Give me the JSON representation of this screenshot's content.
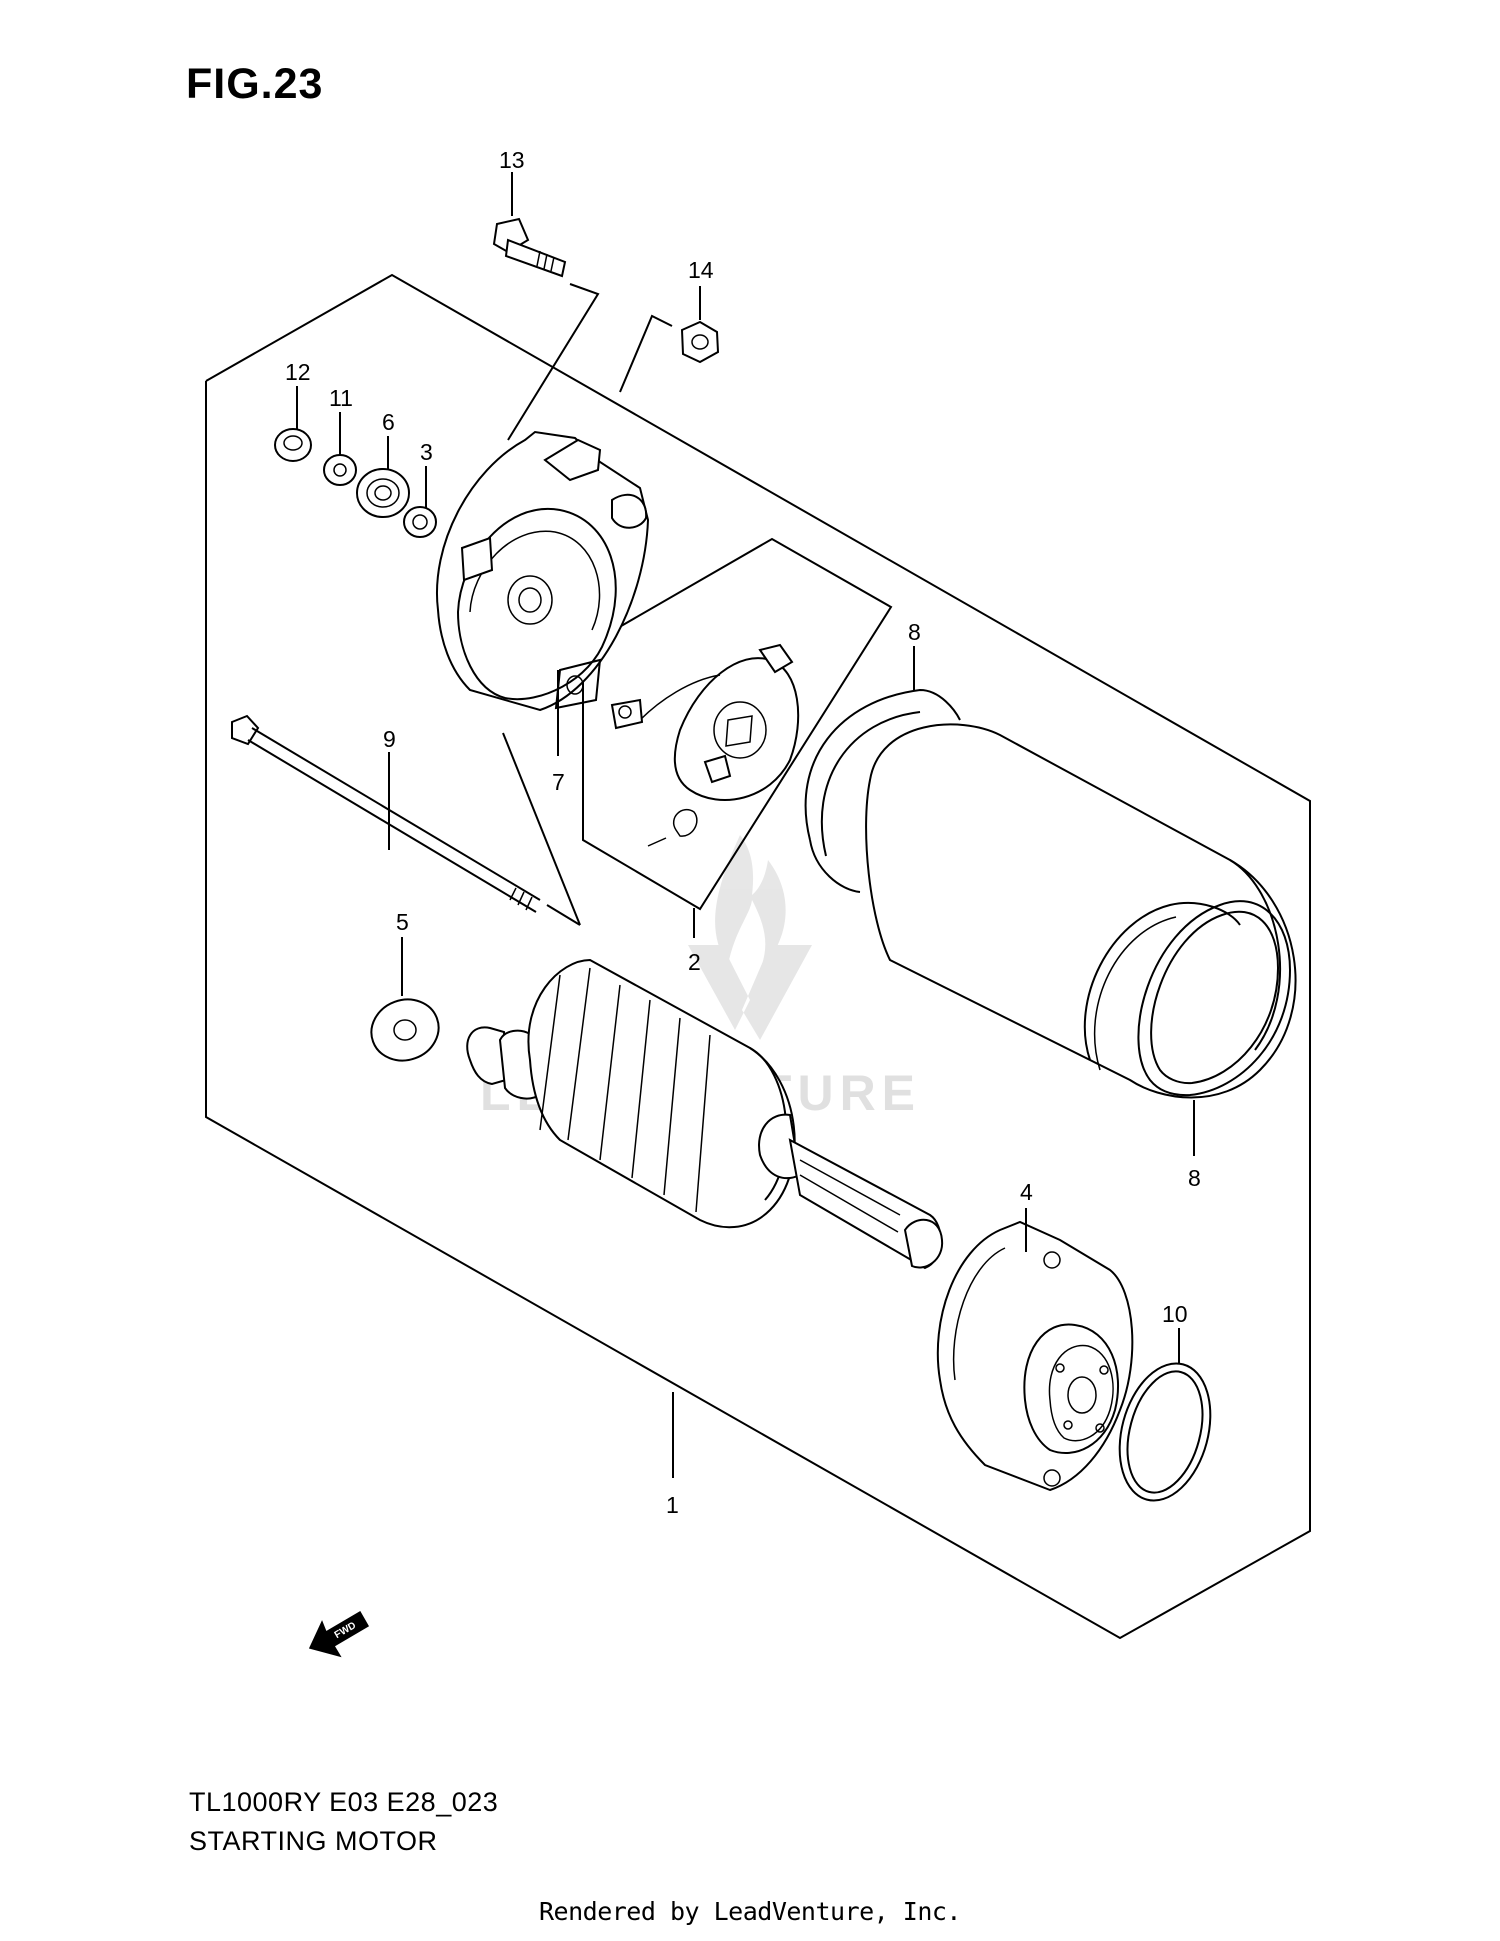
{
  "figure": {
    "title": "FIG.23"
  },
  "footer": {
    "model_code": "TL1000RY E03 E28_023",
    "diagram_name": "STARTING MOTOR",
    "rendered_by": "Rendered by LeadVenture, Inc."
  },
  "watermark": {
    "text": "LEADVENTURE"
  },
  "direction_marker": {
    "label": "FWD"
  },
  "callouts": {
    "c1": "1",
    "c2": "2",
    "c3": "3",
    "c4": "4",
    "c5": "5",
    "c6": "6",
    "c7": "7",
    "c8a": "8",
    "c8b": "8",
    "c9": "9",
    "c10": "10",
    "c11": "11",
    "c12": "12",
    "c13": "13",
    "c14": "14"
  }
}
